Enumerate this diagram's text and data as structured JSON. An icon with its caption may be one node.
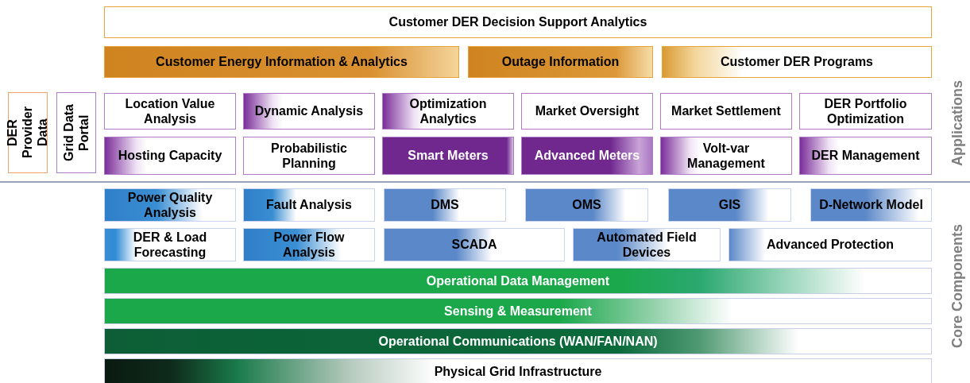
{
  "diagram": {
    "nodes": [
      {
        "text": [
          "Customer DER Decision Support Analytics"
        ]
      },
      {
        "text": [
          "Customer Energy Information & Analytics"
        ]
      },
      {
        "text": [
          "Outage Information"
        ]
      },
      {
        "text": [
          "Customer DER Programs"
        ]
      },
      {
        "text": [
          "DER Provider Data"
        ]
      },
      {
        "text": [
          "Grid Data Portal"
        ]
      },
      {
        "text": [
          "Location Value Analysis"
        ]
      },
      {
        "text": [
          "Dynamic Analysis"
        ]
      },
      {
        "text": [
          "Optimization Analytics"
        ]
      },
      {
        "text": [
          "Market Oversight"
        ]
      },
      {
        "text": [
          "Market Settlement"
        ]
      },
      {
        "text": [
          "DER Portfolio Optimization"
        ]
      },
      {
        "text": [
          "Hosting Capacity"
        ]
      },
      {
        "text": [
          "Probabilistic Planning"
        ]
      },
      {
        "text": [
          "Smart Meters"
        ]
      },
      {
        "text": [
          "Advanced Meters"
        ]
      },
      {
        "text": [
          "Volt-var Management"
        ]
      },
      {
        "text": [
          "DER Management"
        ]
      },
      {
        "text": [
          "Power Quality Analysis"
        ]
      },
      {
        "text": [
          "Fault Analysis"
        ]
      },
      {
        "text": [
          "DMS"
        ]
      },
      {
        "text": [
          "OMS"
        ]
      },
      {
        "text": [
          "GIS"
        ]
      },
      {
        "text": [
          "D-Network Model"
        ]
      },
      {
        "text": [
          "DER & Load Forecasting"
        ]
      },
      {
        "text": [
          "Power Flow Analysis"
        ]
      },
      {
        "text": [
          "SCADA"
        ]
      },
      {
        "text": [
          "Automated Field Devices"
        ]
      },
      {
        "text": [
          "Advanced Protection"
        ]
      },
      {
        "text": [
          "Operational Data Management"
        ]
      },
      {
        "text": [
          "Sensing & Measurement"
        ]
      },
      {
        "text": [
          "Operational Communications (WAN/FAN/NAN)"
        ]
      },
      {
        "text": [
          "Physical Grid Infrastructure"
        ]
      }
    ],
    "labels": [
      "Applications",
      "Core Components"
    ]
  }
}
